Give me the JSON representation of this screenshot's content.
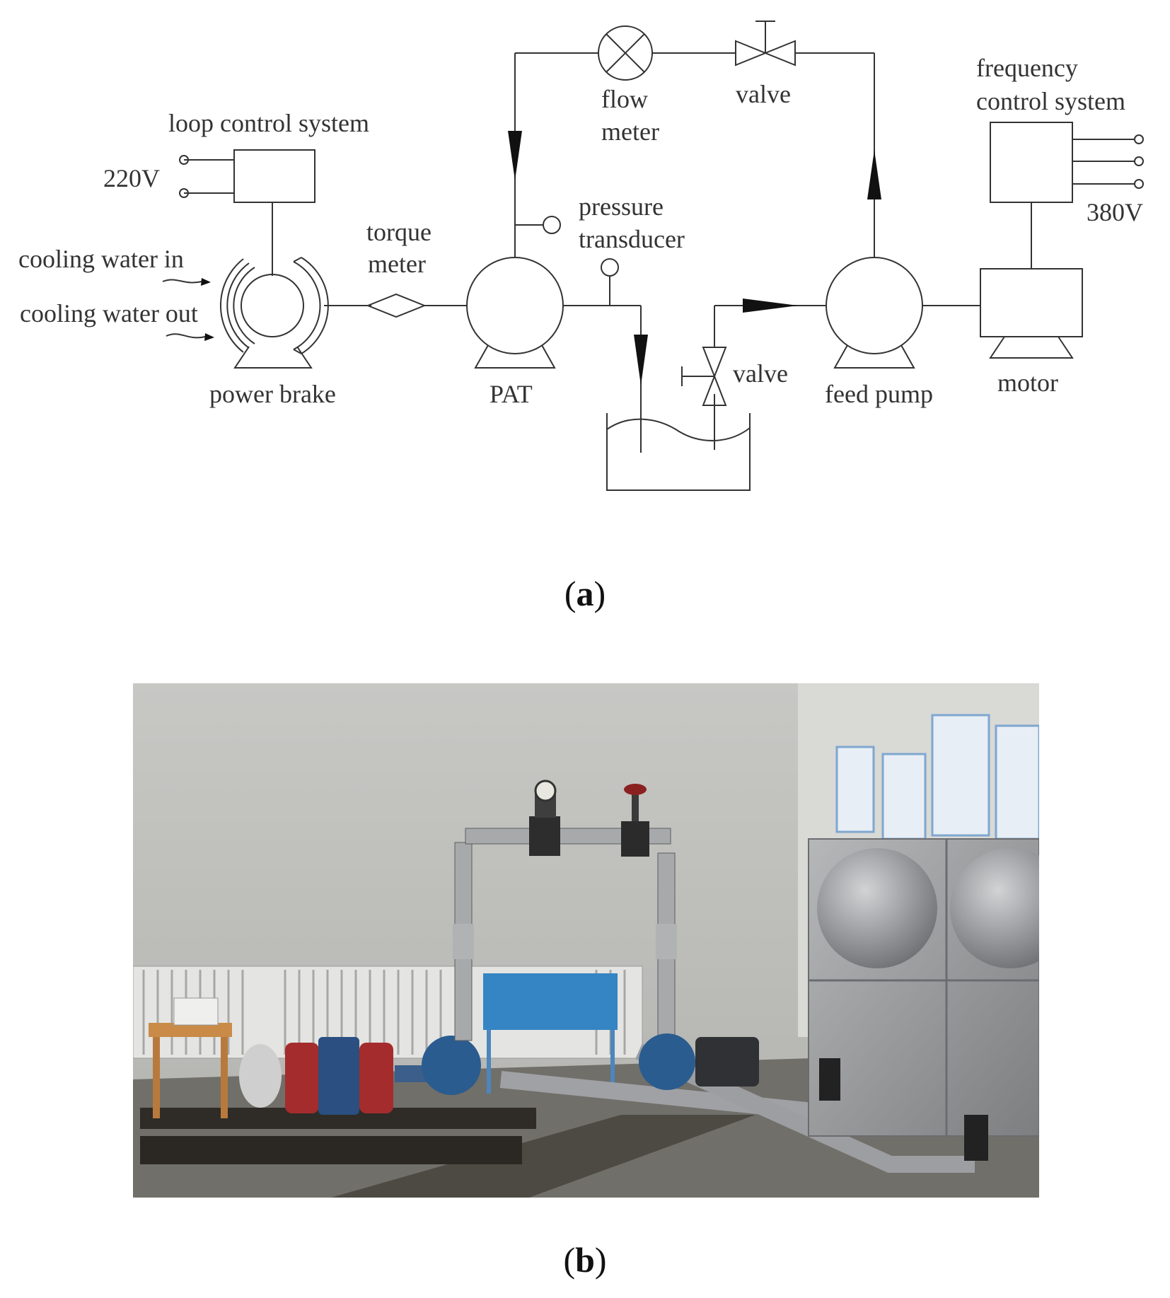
{
  "figure_a": {
    "labels": {
      "loop_control_system": "loop control system",
      "v220": "220V",
      "cooling_water_in": "cooling water in",
      "cooling_water_out": "cooling water out",
      "power_brake": "power brake",
      "torque": "torque",
      "meter": "meter",
      "pat": "PAT",
      "flow": "flow",
      "flow_meter": "meter",
      "valve_top": "valve",
      "pressure": "pressure",
      "transducer": "transducer",
      "valve_bottom": "valve",
      "feed_pump": "feed pump",
      "motor": "motor",
      "frequency": "frequency",
      "control_system": "control system",
      "v380": "380V"
    },
    "caption": "a"
  },
  "figure_b": {
    "caption": "b",
    "colors": {
      "wall": "#c9c9c6",
      "floor": "#6f6e68",
      "pump_blue": "#2a5c8f",
      "brake_red": "#a52c2c",
      "tank_steel": "#9c9d9f"
    }
  }
}
